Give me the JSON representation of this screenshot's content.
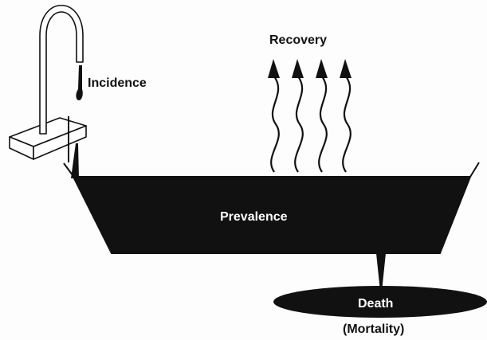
{
  "labels": {
    "incidence": "Incidence",
    "recovery": "Recovery",
    "prevalence": "Prevalence",
    "death": "Death",
    "mortality": "(Mortality)"
  },
  "colors": {
    "ink": "#111111",
    "paper": "#fdfdfd",
    "faucet_fill": "#ffffff",
    "label_on_dark": "#ffffff"
  },
  "icons": {
    "faucet": "faucet-icon",
    "drop": "water-drop-icon",
    "arrow": "up-arrow-icon"
  }
}
